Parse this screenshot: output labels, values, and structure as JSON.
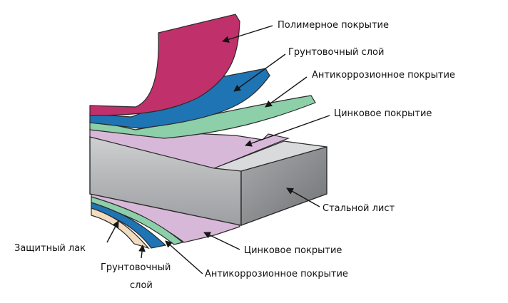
{
  "labels": {
    "polymer": "Полимерное покрытие",
    "primer_top": "Грунтовочный слой",
    "anticorrosion_top": "Антикоррозионное покрытие",
    "zinc_top": "Цинковое покрытие",
    "steel": "Стальной лист",
    "zinc_bottom": "Цинковое покрытие",
    "anticorrosion_bottom": "Антикоррозионное покрытие",
    "primer_bottom_line1": "Грунтовочный",
    "primer_bottom_line2": "слой",
    "lacquer": "Защитный лак"
  },
  "colors": {
    "polymer": "#c0306a",
    "primer": "#1f74b4",
    "anticorrosion": "#8ccfa8",
    "zinc": "#d8b8d8",
    "steel_front": "#b4b6b8",
    "steel_top": "#d9dadc",
    "steel_side": "#8d8f92",
    "lacquer": "#f1dcbf",
    "outline": "#2a2a2a",
    "arrow": "#151515"
  }
}
